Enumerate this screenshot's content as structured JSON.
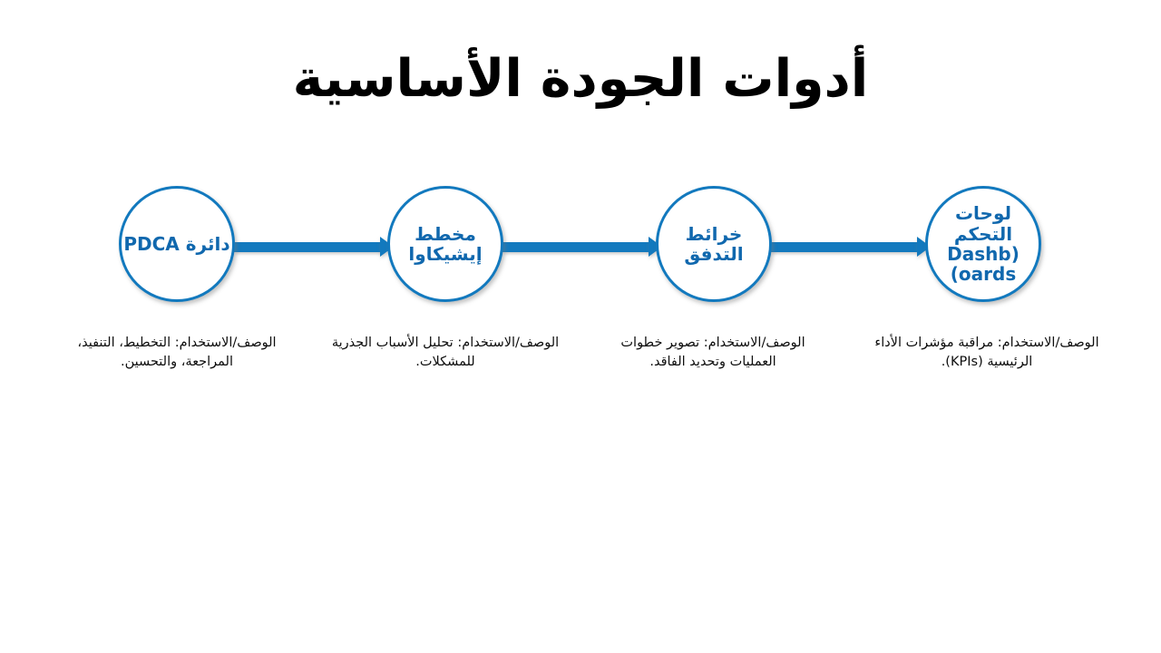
{
  "slide": {
    "title": "أدوات الجودة الأساسية",
    "background_color": "#FFFFFF",
    "accent_color": "#1279BE",
    "node_text_color": "#1068AE",
    "caption_color": "#0D0D0D",
    "title_color": "#000000"
  },
  "nodes": [
    {
      "id": "pdca",
      "label": "دائرة PDCA",
      "caption": "الوصف/الاستخدام: التخطيط، التنفيذ، المراجعة، والتحسين."
    },
    {
      "id": "ishikawa",
      "label": "مخطط إيشيكاوا",
      "caption": "الوصف/الاستخدام: تحليل الأسباب الجذرية للمشكلات."
    },
    {
      "id": "flowcharts",
      "label": "خرائط التدفق",
      "caption": "الوصف/الاستخدام: تصوير خطوات العمليات وتحديد الفاقد."
    },
    {
      "id": "dashboards",
      "label": "لوحات التحكم (Dashboards)",
      "caption": "الوصف/الاستخدام: مراقبة مؤشرات الأداء الرئيسية (KPIs)."
    }
  ],
  "connectors": [
    {
      "id": "arrow-1",
      "from": "pdca",
      "to": "ishikawa",
      "direction": "right"
    },
    {
      "id": "arrow-2",
      "from": "ishikawa",
      "to": "flowcharts",
      "direction": "right"
    },
    {
      "id": "arrow-3",
      "from": "flowcharts",
      "to": "dashboards",
      "direction": "right"
    }
  ]
}
